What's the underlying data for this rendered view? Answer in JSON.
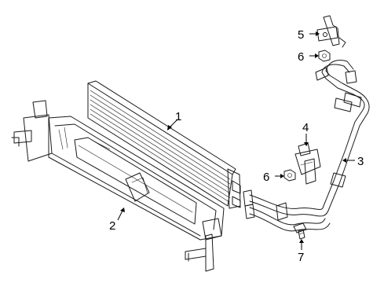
{
  "callouts": [
    {
      "id": "1",
      "label": "1"
    },
    {
      "id": "2",
      "label": "2"
    },
    {
      "id": "3",
      "label": "3"
    },
    {
      "id": "4",
      "label": "4"
    },
    {
      "id": "5",
      "label": "5"
    },
    {
      "id": "6a",
      "label": "6"
    },
    {
      "id": "6b",
      "label": "6"
    },
    {
      "id": "7",
      "label": "7"
    }
  ],
  "colors": {
    "line": "#1a1a1a",
    "background": "#ffffff"
  }
}
